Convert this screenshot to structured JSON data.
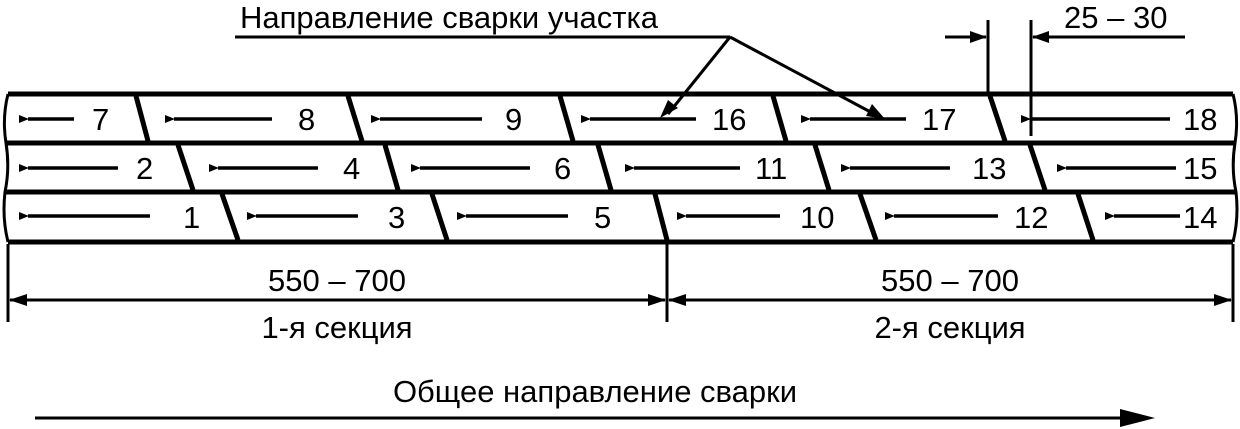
{
  "title": "Направление сварки участка",
  "gap_dimension": "25 – 30",
  "rows": [
    {
      "labels": [
        "7",
        "8",
        "9",
        "16",
        "17",
        "18"
      ]
    },
    {
      "labels": [
        "2",
        "4",
        "6",
        "11",
        "13",
        "15"
      ]
    },
    {
      "labels": [
        "1",
        "3",
        "5",
        "10",
        "12",
        "14"
      ]
    }
  ],
  "sections": [
    {
      "dimension": "550 – 700",
      "name": "1-я секция"
    },
    {
      "dimension": "550 – 700",
      "name": "2-я секция"
    }
  ],
  "overall_direction": "Общее направление сварки"
}
